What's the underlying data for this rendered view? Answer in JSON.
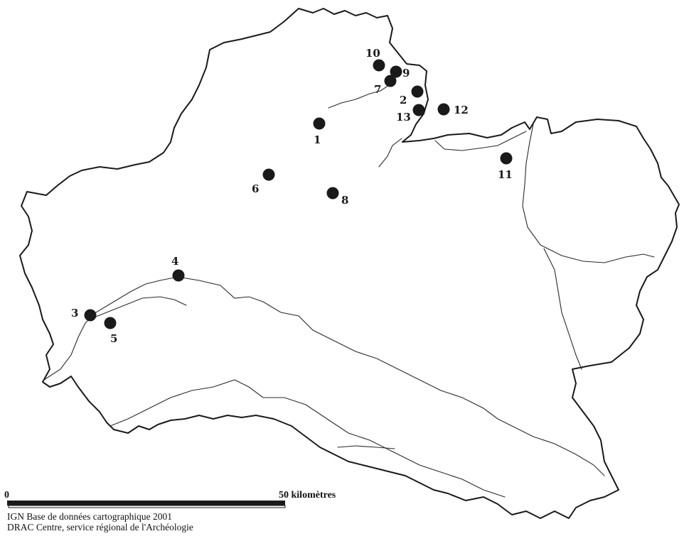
{
  "scale": {
    "start_label": "0",
    "end_label": "50 kilomètres"
  },
  "credits": [
    "IGN Base de données cartographique 2001",
    "DRAC Centre, service régional de l'Archéologie"
  ],
  "sites": [
    {
      "label": "1"
    },
    {
      "label": "2"
    },
    {
      "label": "3"
    },
    {
      "label": "4"
    },
    {
      "label": "5"
    },
    {
      "label": "6"
    },
    {
      "label": "7"
    },
    {
      "label": "8"
    },
    {
      "label": "9"
    },
    {
      "label": "10"
    },
    {
      "label": "11"
    },
    {
      "label": "12"
    },
    {
      "label": "13"
    }
  ],
  "colors": {
    "ink": "#1a1a1a",
    "background": "#ffffff"
  }
}
